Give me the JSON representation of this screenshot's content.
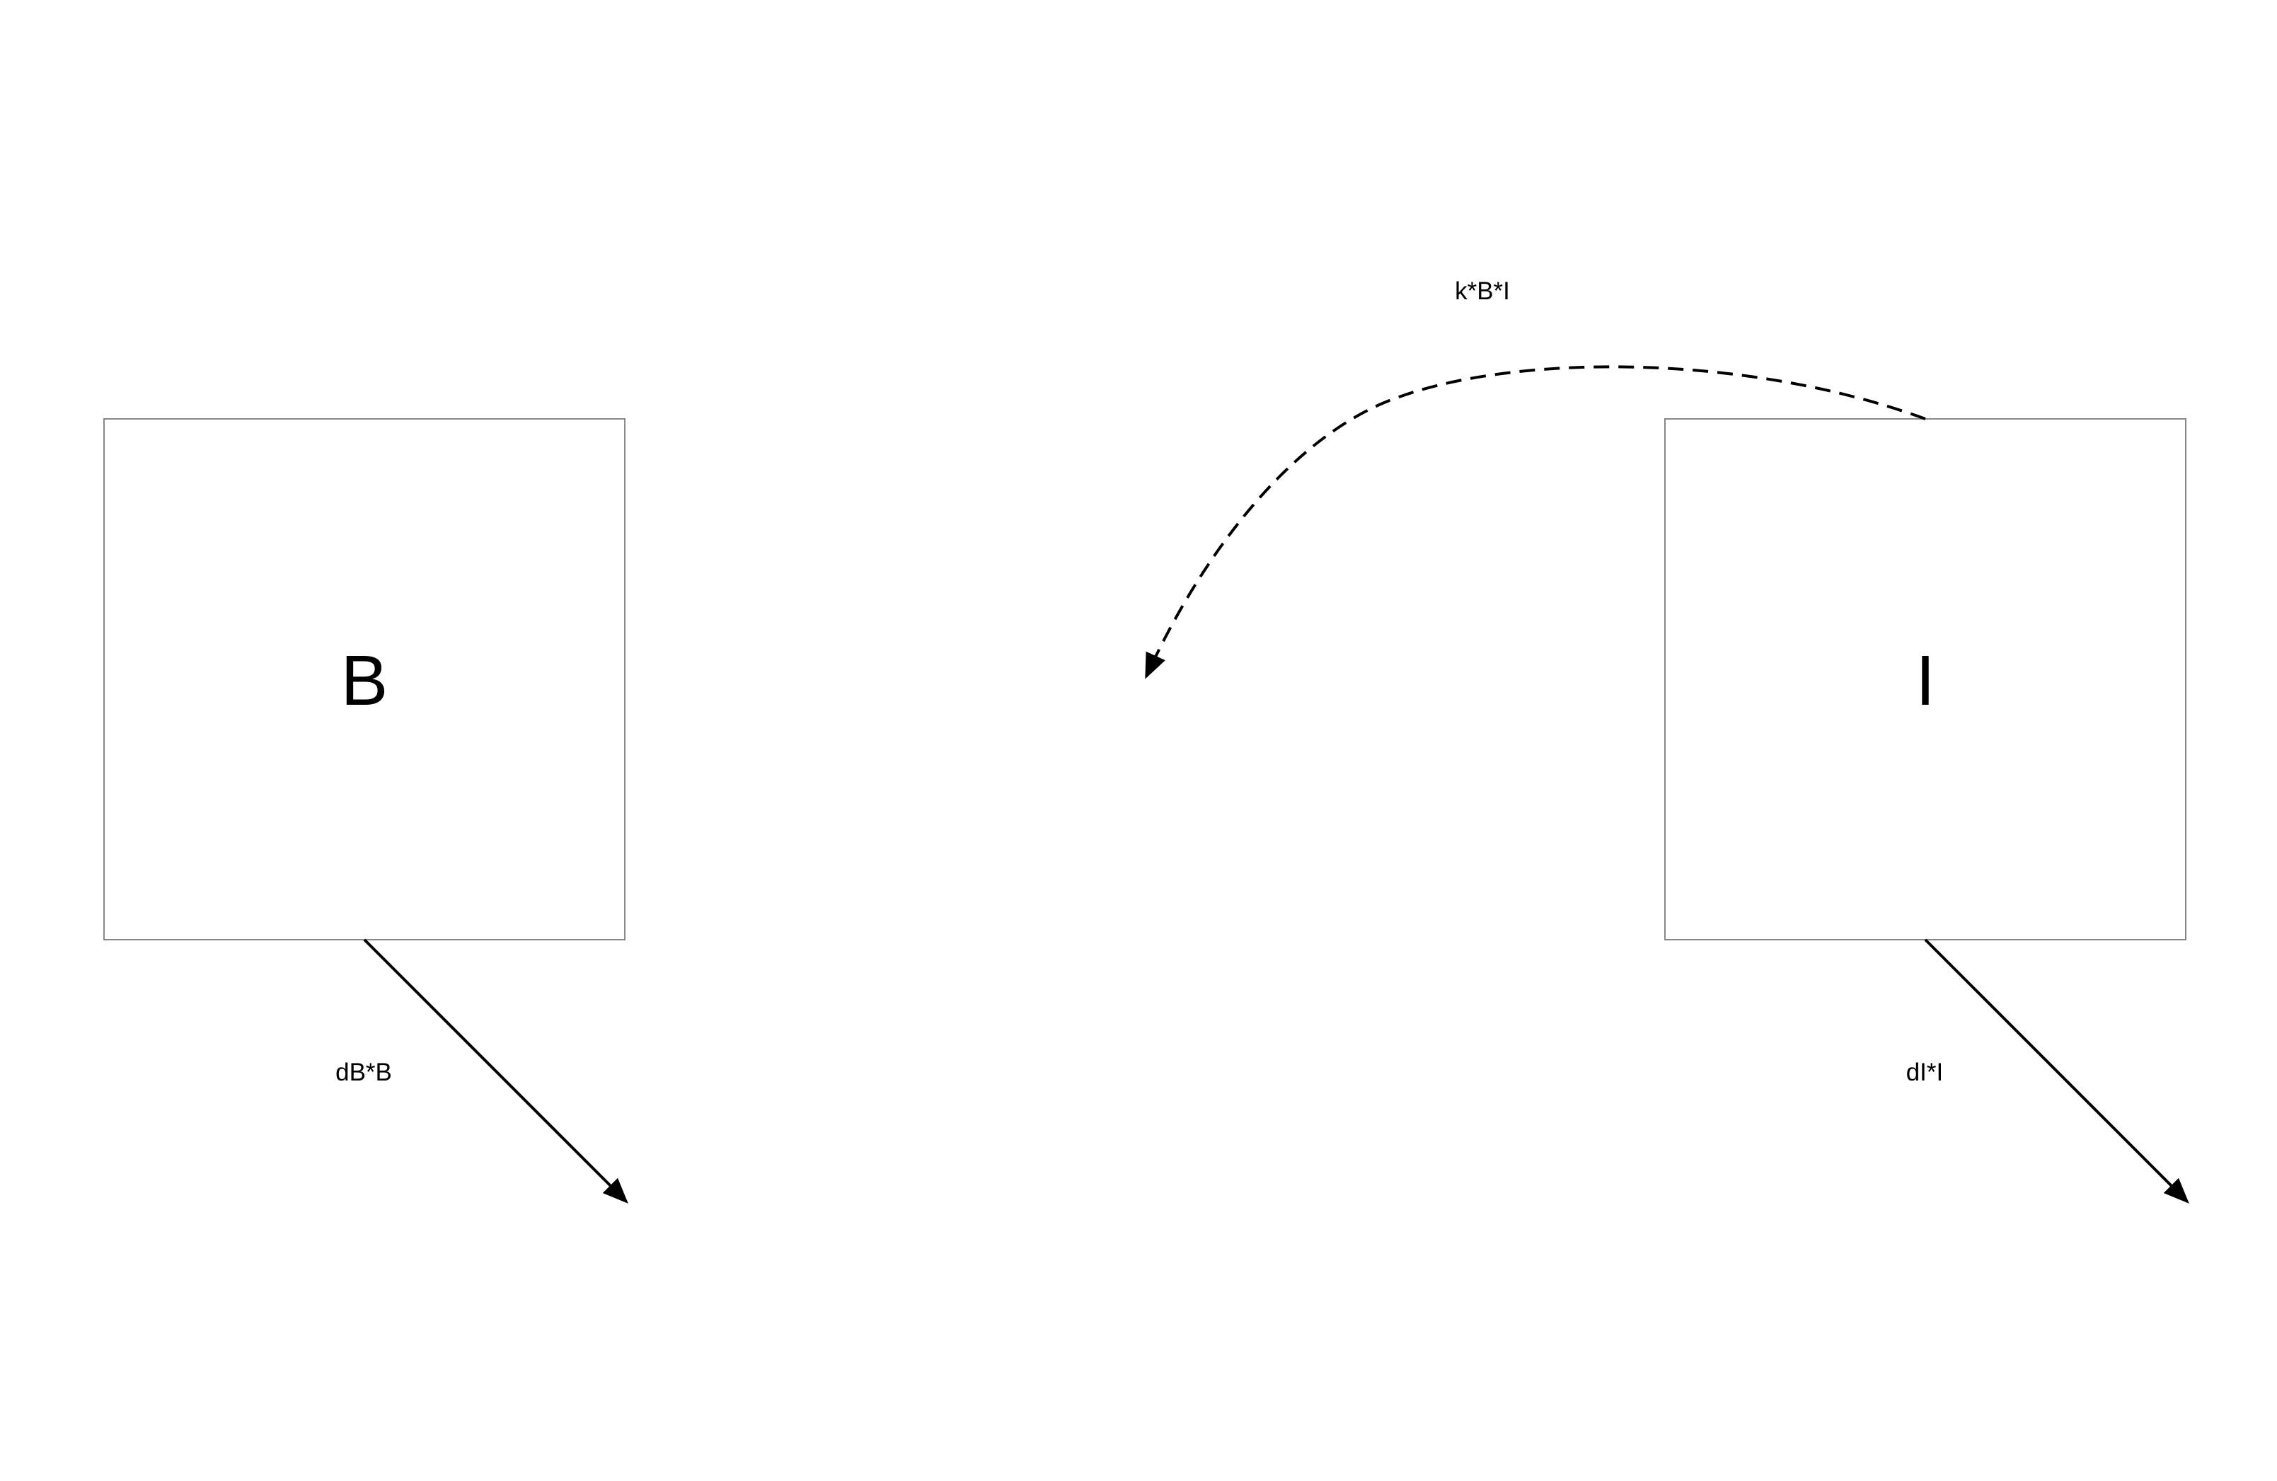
{
  "diagram": {
    "stocks": [
      {
        "id": "B",
        "label": "B"
      },
      {
        "id": "I",
        "label": "I"
      }
    ],
    "flows": [
      {
        "id": "outflow-b",
        "from": "B",
        "label": "dB*B",
        "style": "solid"
      },
      {
        "id": "outflow-i",
        "from": "I",
        "label": "dI*I",
        "style": "solid"
      },
      {
        "id": "infection-link",
        "from": "I",
        "label": "k*B*I",
        "style": "dashed"
      }
    ],
    "colors": {
      "box_border": "#888888",
      "arrow": "#000000",
      "background": "#ffffff"
    }
  }
}
